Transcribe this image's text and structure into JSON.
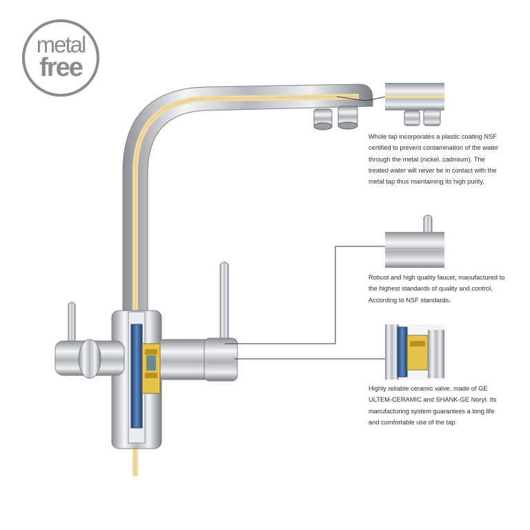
{
  "logo": {
    "line1": "metal",
    "line2": "free"
  },
  "features": [
    {
      "caption": "Whole tap incorporates a plastic coating NSF certified to prevent contamination of the water through the metal (nickel, cadmium). The treated water will never be in contact with the metal tap thus maintaining its high purity."
    },
    {
      "caption": "Robust and high quality faucet, manufactured to the highest standards of quality and control. According to NSF standards."
    },
    {
      "caption": "Highly reliable ceramic valve, made of GE ULTEM-CERAMIC and SHANK-GE Noryl. Its manufacturing system guarantees a long life and comfortable use of the tap."
    }
  ],
  "colors": {
    "chrome": "#c9ccd2",
    "inner_coating": "#f1d9a2",
    "valve": "#d9b53a",
    "valve_blue": "#3f6fa8",
    "logo_gray": "#8b8b8b"
  }
}
